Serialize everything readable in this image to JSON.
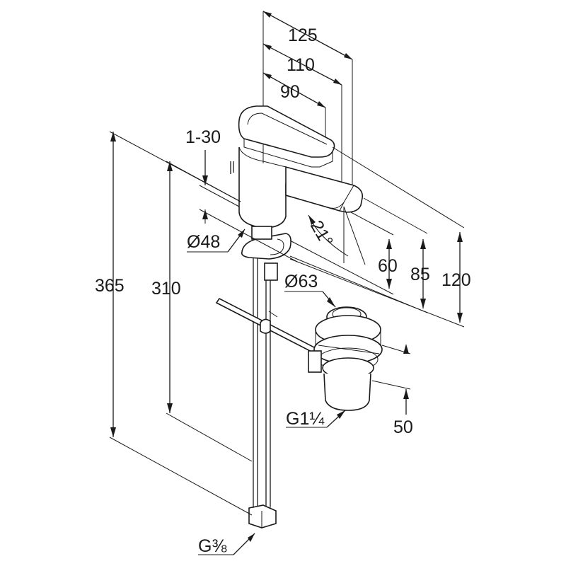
{
  "drawing": {
    "description_labels": {
      "dim_125": "125",
      "dim_110": "110",
      "dim_90": "90",
      "dim_1_30": "1-30",
      "dim_d48": "Ø48",
      "dim_365": "365",
      "dim_310": "310",
      "dim_21deg": "21°",
      "dim_60": "60",
      "dim_85": "85",
      "dim_120": "120",
      "dim_d63": "Ø63",
      "dim_50": "50",
      "thread_g114": "G1¼",
      "thread_g38": "G⅜"
    },
    "colors": {
      "line": "#1a1a1a",
      "background": "#ffffff"
    }
  }
}
